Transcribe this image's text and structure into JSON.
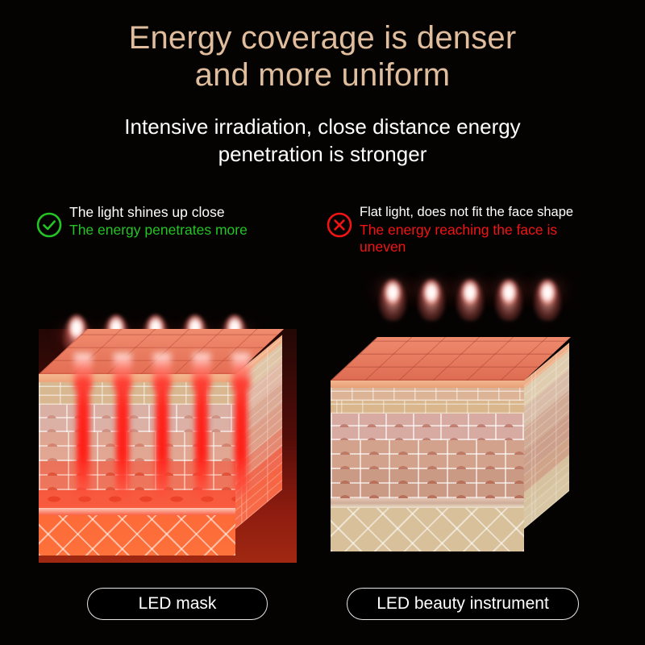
{
  "header": {
    "title": "Energy coverage is denser and more uniform",
    "title_line1": "Energy coverage is denser",
    "title_line2": "and more uniform",
    "subtitle_line1": "Intensive irradiation, close distance energy",
    "subtitle_line2": "penetration is stronger",
    "title_color": "#dfbd9d",
    "subtitle_color": "#ffffff"
  },
  "comparison": {
    "left": {
      "icon": "check-circle-icon",
      "icon_color": "#25c425",
      "line1": "The light shines up close",
      "line2": "The energy penetrates more",
      "line2_color": "#25c425",
      "pill_label": "LED mask"
    },
    "right": {
      "icon": "x-circle-icon",
      "icon_color": "#f21414",
      "line1": "Flat light, does not fit the face shape",
      "line2": "The energy reaching the face is",
      "line3": "uneven",
      "line2_color": "#f21414",
      "pill_label": "LED beauty instrument"
    }
  },
  "illustration": {
    "lamp_count": 5,
    "left_block_alt": "Skin cross-section with red LED beams penetrating deeply",
    "right_block_alt": "Skin cross-section with flat light not penetrating",
    "background_color": "#000000"
  }
}
